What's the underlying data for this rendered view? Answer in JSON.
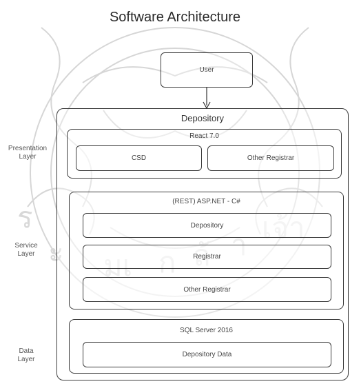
{
  "title": "Software Architecture",
  "user": "User",
  "depository": "Depository",
  "layers": {
    "presentation": [
      "Presentation",
      "Layer"
    ],
    "service": [
      "Service",
      "Layer"
    ],
    "data": [
      "Data",
      "Layer"
    ]
  },
  "presentation": {
    "tech": "React 7.0",
    "items": [
      "CSD",
      "Other Registrar"
    ]
  },
  "service": {
    "tech": "(REST) ASP.NET - C#",
    "items": [
      "Depository",
      "Registrar",
      "Other Registrar"
    ]
  },
  "data": {
    "tech": "SQL Server 2016",
    "items": [
      "Depository Data"
    ]
  }
}
